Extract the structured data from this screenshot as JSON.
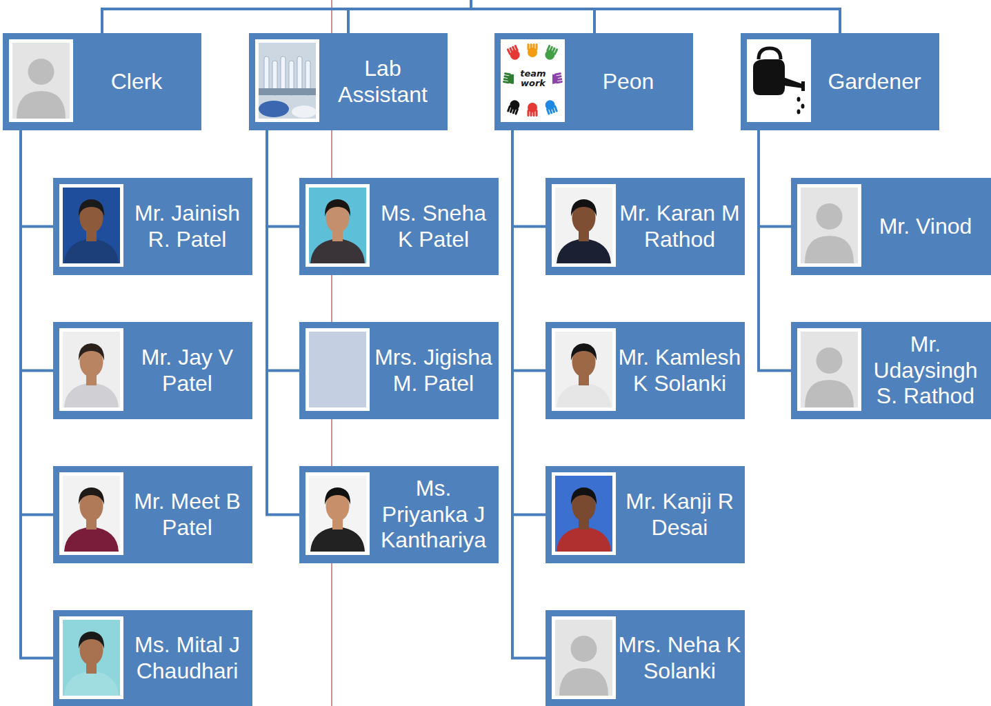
{
  "diagram": {
    "nodes": [
      {
        "text": [
          "Clerk"
        ]
      },
      {
        "text": [
          "Lab Assistant"
        ]
      },
      {
        "text": [
          "Peon"
        ]
      },
      {
        "text": [
          "Gardener"
        ]
      },
      {
        "text": [
          "Mr. Jainish R. Patel"
        ]
      },
      {
        "text": [
          "Mr. Jay V Patel"
        ]
      },
      {
        "text": [
          "Mr. Meet B Patel"
        ]
      },
      {
        "text": [
          "Ms. Mital J Chaudhari"
        ]
      },
      {
        "text": [
          "Ms. Sneha K Patel"
        ]
      },
      {
        "text": [
          "Mrs. Jigisha M. Patel"
        ]
      },
      {
        "text": [
          "Ms. Priyanka J Kanthariya"
        ]
      },
      {
        "text": [
          "Mr. Karan M Rathod"
        ]
      },
      {
        "text": [
          "Mr. Kamlesh K Solanki"
        ]
      },
      {
        "text": [
          "Mr. Kanji R Desai"
        ]
      },
      {
        "text": [
          "Mrs. Neha K Solanki"
        ]
      },
      {
        "text": [
          "Mr. Vinod"
        ]
      },
      {
        "text": [
          "Mr. Udaysingh S. Rathod"
        ]
      }
    ],
    "edges": [
      {
        "from": 0,
        "to": 4,
        "arrow": "none"
      },
      {
        "from": 0,
        "to": 5,
        "arrow": "none"
      },
      {
        "from": 0,
        "to": 6,
        "arrow": "none"
      },
      {
        "from": 0,
        "to": 7,
        "arrow": "none"
      },
      {
        "from": 1,
        "to": 8,
        "arrow": "none"
      },
      {
        "from": 1,
        "to": 9,
        "arrow": "none"
      },
      {
        "from": 1,
        "to": 10,
        "arrow": "none"
      },
      {
        "from": 2,
        "to": 11,
        "arrow": "none"
      },
      {
        "from": 2,
        "to": 12,
        "arrow": "none"
      },
      {
        "from": 2,
        "to": 13,
        "arrow": "none"
      },
      {
        "from": 2,
        "to": 14,
        "arrow": "none"
      },
      {
        "from": 3,
        "to": 15,
        "arrow": "none"
      },
      {
        "from": 3,
        "to": 16,
        "arrow": "none"
      }
    ],
    "labels": [
      "team work"
    ]
  }
}
